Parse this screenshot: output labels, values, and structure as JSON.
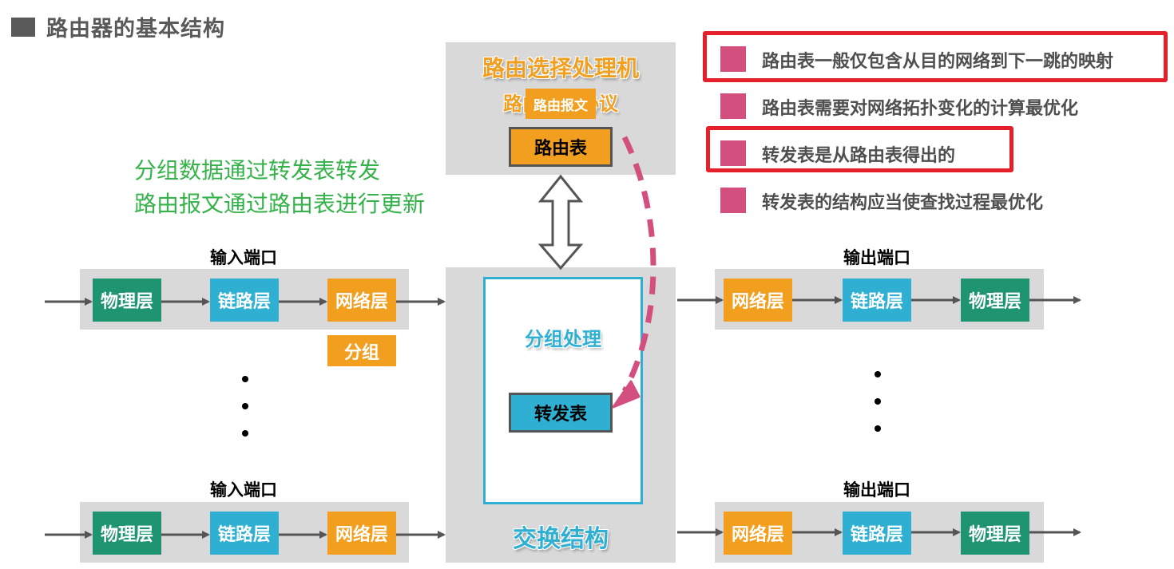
{
  "title": "路由器的基本结构",
  "notes": {
    "line1": "分组数据通过转发表转发",
    "line2": "路由报文通过路由表进行更新"
  },
  "bullets": [
    {
      "text": "路由表一般仅包含从目的网络到下一跳的映射",
      "highlighted": true
    },
    {
      "text": "路由表需要对网络拓扑变化的计算最优化",
      "highlighted": false
    },
    {
      "text": "转发表是从路由表得出的",
      "highlighted": true
    },
    {
      "text": "转发表的结构应当使查找过程最优化",
      "highlighted": false
    }
  ],
  "routing_processor": {
    "title": "路由选择处理机",
    "subtitle": "路由选择协议",
    "overlay_label": "路由报文",
    "routing_table": "路由表"
  },
  "switch_fabric": {
    "label": "交换结构",
    "inner_label": "分组处理",
    "forwarding_table": "转发表"
  },
  "input_ports": [
    {
      "label": "输入端口",
      "layers": [
        "物理层",
        "链路层",
        "网络层"
      ],
      "packet": "分组"
    },
    {
      "label": "输入端口",
      "layers": [
        "物理层",
        "链路层",
        "网络层"
      ]
    }
  ],
  "output_ports": [
    {
      "label": "输出端口",
      "layers": [
        "网络层",
        "链路层",
        "物理层"
      ]
    },
    {
      "label": "输出端口",
      "layers": [
        "网络层",
        "链路层",
        "物理层"
      ]
    }
  ],
  "colors": {
    "physical_layer": "#1e9470",
    "link_layer": "#2fb0d2",
    "network_layer": "#f29e1f",
    "bullet": "#d24f7e",
    "highlight_border": "#e5202b",
    "note_green": "#35b24a",
    "dashed_arrow": "#d24f7e"
  }
}
